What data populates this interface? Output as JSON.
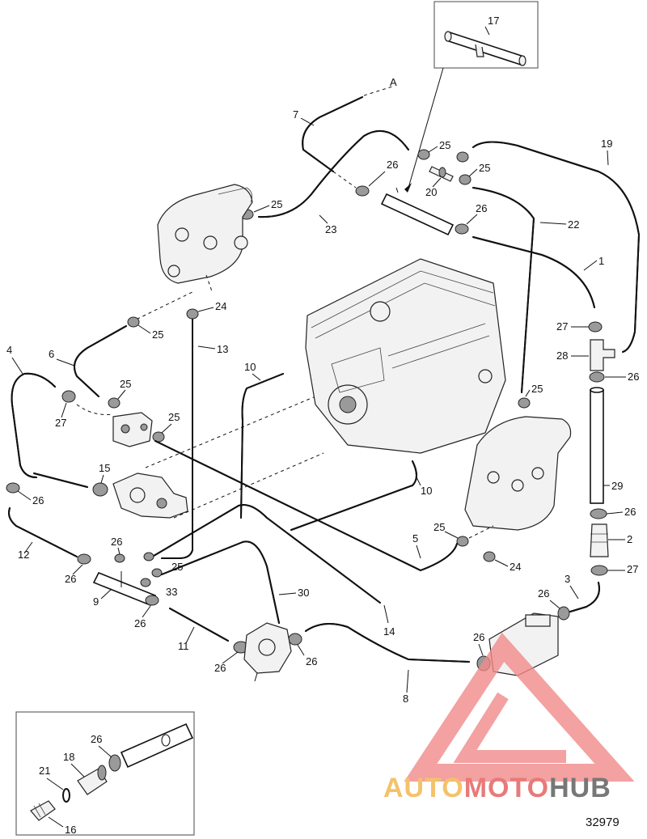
{
  "figure_number": "32979",
  "reference_marker": "A",
  "watermark": {
    "part1": "AUTO",
    "part2": "MOTO",
    "part3": "HUB"
  },
  "callouts": {
    "c1": "1",
    "c2": "2",
    "c3": "3",
    "c4": "4",
    "c5": "5",
    "c6": "6",
    "c7": "7",
    "c8": "8",
    "c9": "9",
    "c10a": "10",
    "c10b": "10",
    "c11": "11",
    "c12": "12",
    "c13": "13",
    "c14": "14",
    "c15": "15",
    "c16": "16",
    "c17": "17",
    "c18": "18",
    "c19": "19",
    "c20": "20",
    "c21": "21",
    "c22": "22",
    "c23": "23",
    "c24a": "24",
    "c24b": "24",
    "c25a": "25",
    "c25b": "25",
    "c25c": "25",
    "c25d": "25",
    "c25e": "25",
    "c25f": "25",
    "c25g": "25",
    "c25h": "25",
    "c25i": "25",
    "c26a": "26",
    "c26b": "26",
    "c26c": "26",
    "c26d": "26",
    "c26e": "26",
    "c26f": "26",
    "c26g": "26",
    "c26h": "26",
    "c26i": "26",
    "c26j": "26",
    "c26k": "26",
    "c26l": "26",
    "c26m": "26",
    "c27a": "27",
    "c27b": "27",
    "c27c": "27",
    "c28": "28",
    "c29": "29",
    "c30": "30",
    "c33": "33"
  }
}
